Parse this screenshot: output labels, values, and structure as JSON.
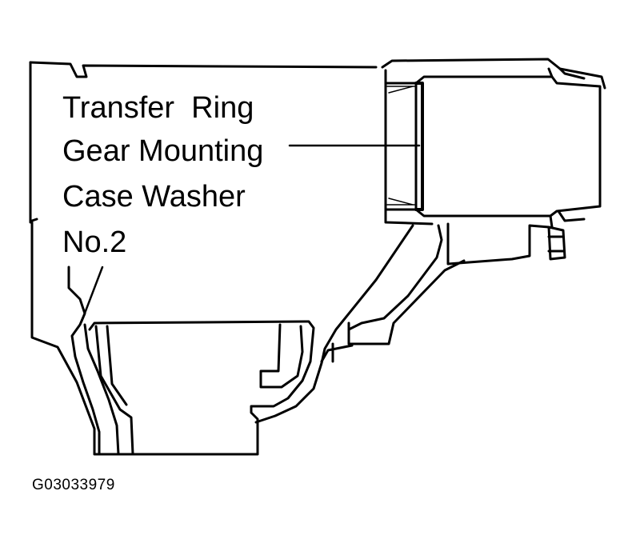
{
  "diagram": {
    "labels": {
      "line1": "Transfer  Ring",
      "line2": "Gear Mounting",
      "line3": "Case Washer",
      "line4": "No.2"
    },
    "figure_id": "G03033979",
    "colors": {
      "line": "#000000",
      "background": "#ffffff"
    }
  }
}
